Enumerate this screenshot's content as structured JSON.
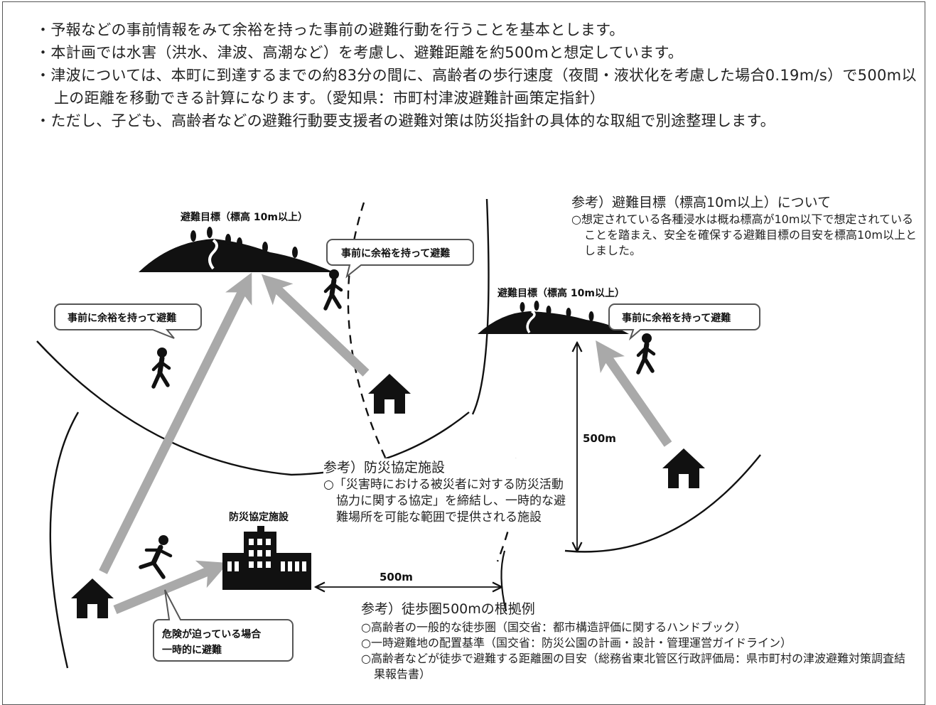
{
  "bullets": [
    "予報などの事前情報をみて余裕を持った事前の避難行動を行うことを基本とします。",
    "本計画では水害（洪水、津波、高潮など）を考慮し、避難距離を約500mと想定しています。",
    "津波については、本町に到達するまでの約83分の間に、高齢者の歩行速度（夜間・液状化を考慮した場合0.19m/s）で500m以上の距離を移動できる計算になります。（愛知県：市町村津波避難計画策定指針）",
    "ただし、子ども、高齢者などの避難行動要支援者の避難対策は防災指針の具体的な取組で別途整理します。"
  ],
  "diagram": {
    "target_left": "避難目標（標高 10m以上）",
    "target_right": "避難目標（標高 10m以上）",
    "bubble_advance_1": "事前に余裕を持って避難",
    "bubble_advance_2": "事前に余裕を持って避難",
    "bubble_advance_3": "事前に余裕を持って避難",
    "facility_label": "防災協定施設",
    "distance_horizontal": "500m",
    "distance_vertical": "500m",
    "danger_line1": "危険が迫っている場合",
    "danger_line2": "一時的に避難"
  },
  "note_target": {
    "head": "参考）避難目標（標高10m以上）について",
    "items": [
      "○想定されている各種浸水は概ね標高が10m以下で想定されていることを踏まえ、安全を確保する避難目標の目安を標高10m以上としました。"
    ]
  },
  "note_facility": {
    "head": "参考）防災協定施設",
    "items": [
      "○「災害時における被災者に対する防災活動協力に関する協定」を締結し、一時的な避難場所を可能な範囲で提供される施設"
    ]
  },
  "note_walk": {
    "head": "参考）徒歩圏500mの根拠例",
    "items": [
      "○高齢者の一般的な徒歩圏（国交省：都市構造評価に関するハンドブック）",
      "○一時避難地の配置基準（国交省：防災公園の計画・設計・管理運営ガイドライン）",
      "○高齢者などが徒歩で避難する距離圏の目安（総務省東北管区行政評価局：県市町村の津波避難対策調査結果報告書）"
    ]
  },
  "colors": {
    "arrow": "#a9a9a9",
    "ink": "#111111",
    "frame": "#555555"
  }
}
